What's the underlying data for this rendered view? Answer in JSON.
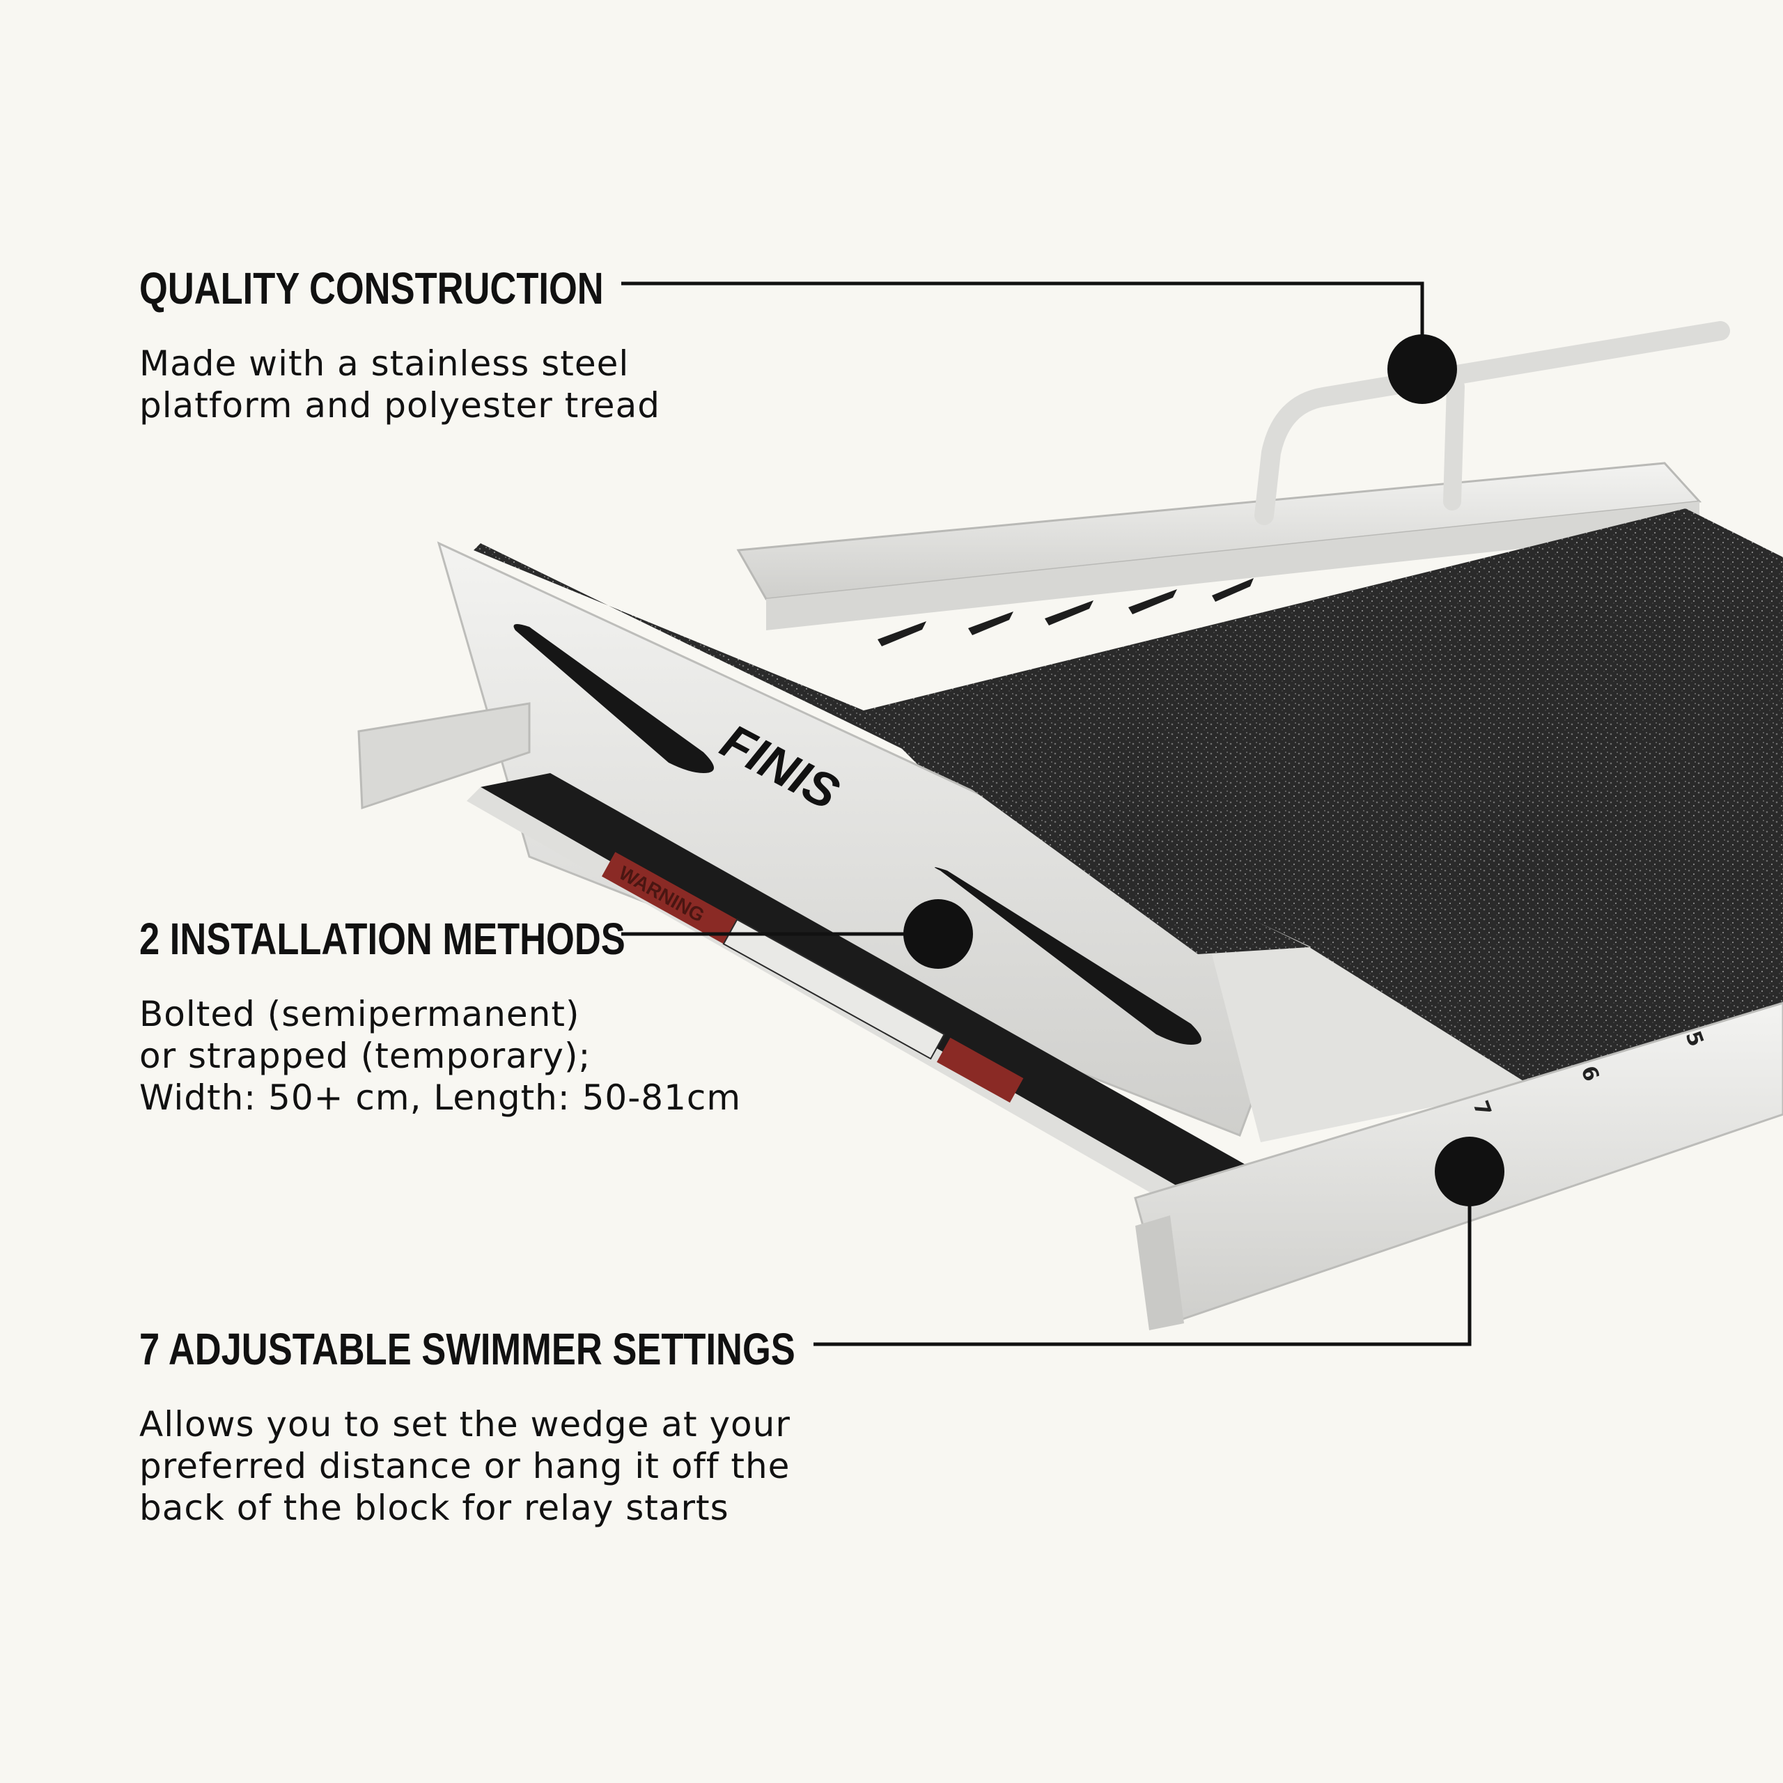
{
  "callouts": [
    {
      "heading": "QUALITY CONSTRUCTION",
      "lines": [
        "Made with a stainless steel",
        "platform and polyester tread"
      ]
    },
    {
      "heading": "2 INSTALLATION METHODS",
      "lines": [
        "Bolted (semipermanent)",
        "or strapped (temporary);",
        "Width: 50+ cm, Length: 50-81cm"
      ]
    },
    {
      "heading": "7 ADJUSTABLE SWIMMER SETTINGS",
      "lines": [
        "Allows you to set the wedge at your",
        "preferred distance or hang it off the",
        "back of the block for relay starts"
      ]
    }
  ],
  "product": {
    "brand": "FINIS",
    "warning_label": "WARNING",
    "setting_numbers": [
      "5",
      "6",
      "7"
    ]
  },
  "colors": {
    "background": "#f8f7f2",
    "leader_line": "#111111",
    "steel": "#e6e6e4",
    "tread": "#2b2b2b",
    "warning_red": "#8a2a25"
  }
}
